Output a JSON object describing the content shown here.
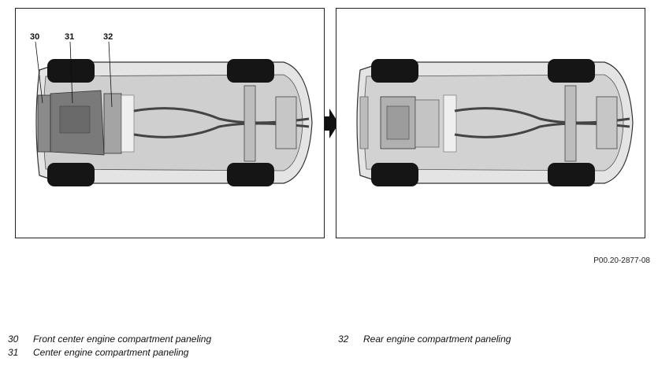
{
  "callouts": {
    "c30": "30",
    "c31": "31",
    "c32": "32"
  },
  "figure_ref": "P00.20-2877-08",
  "legend": [
    {
      "num": "30",
      "text": "Front center engine compartment paneling"
    },
    {
      "num": "31",
      "text": "Center engine compartment paneling"
    },
    {
      "num": "32",
      "text": "Rear engine compartment paneling"
    }
  ],
  "colors": {
    "border": "#222222",
    "tire": "#151515",
    "body": "#d8d8d8",
    "highlight": "#9a9a9a"
  }
}
